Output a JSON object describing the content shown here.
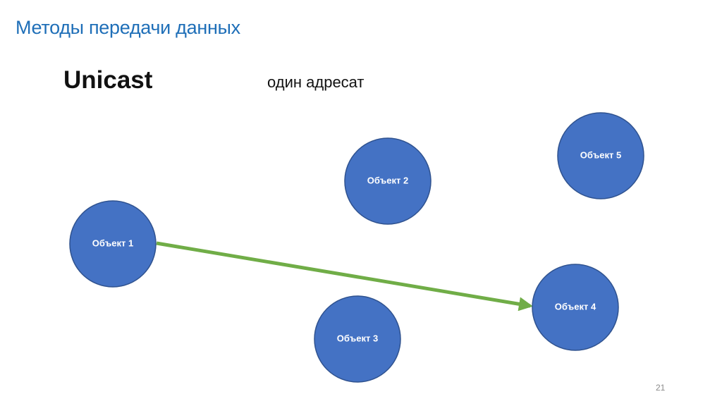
{
  "slide": {
    "title": "Методы передачи данных",
    "method_name": "Unicast",
    "method_description": "один адресат",
    "page_number": "21"
  },
  "colors": {
    "title": "#1f6fb8",
    "node_fill": "#4472c4",
    "node_stroke": "#2f528f",
    "arrow": "#70ad47"
  },
  "nodes": [
    {
      "id": "1",
      "label": "Объект 1"
    },
    {
      "id": "2",
      "label": "Объект 2"
    },
    {
      "id": "3",
      "label": "Объект 3"
    },
    {
      "id": "4",
      "label": "Объект 4"
    },
    {
      "id": "5",
      "label": "Объект 5"
    }
  ],
  "edges": [
    {
      "from": "1",
      "to": "4"
    }
  ]
}
